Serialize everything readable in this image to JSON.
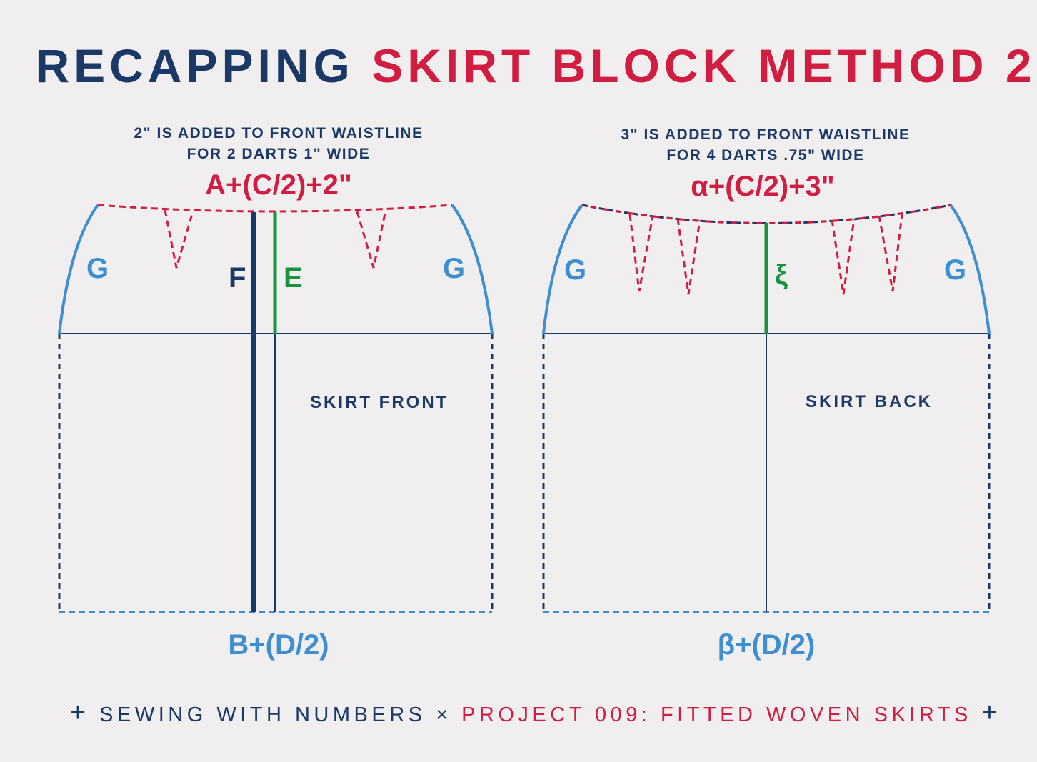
{
  "title": {
    "part1": "RECAPPING",
    "part2": "SKIRT BLOCK METHOD 2"
  },
  "front": {
    "note_line1": "2\" IS ADDED TO FRONT WAISTLINE",
    "note_line2": "FOR 2 DARTS 1\" WIDE",
    "waist_formula": "A+(C/2)+2\"",
    "hip_formula": "B+(D/2)",
    "label": "SKIRT FRONT",
    "left_seam_letter": "G",
    "right_seam_letter": "G",
    "center_line_letter": "F",
    "adjusted_line_letter": "E",
    "dart_count": 2
  },
  "back": {
    "note_line1": "3\" IS ADDED TO FRONT WAISTLINE",
    "note_line2": "FOR 4 DARTS .75\" WIDE",
    "waist_formula": "α+(C/2)+3\"",
    "hip_formula": "β+(D/2)",
    "label": "SKIRT BACK",
    "left_seam_letter": "G",
    "right_seam_letter": "G",
    "center_line_letter": "ξ",
    "dart_count": 4
  },
  "footer": {
    "left": "SEWING WITH NUMBERS",
    "separator": "×",
    "right": "PROJECT 009: FITTED WOVEN SKIRTS",
    "plus": "+"
  },
  "colors": {
    "navy": "#1b3966",
    "red": "#d21d42",
    "blue": "#3d8fd1",
    "green": "#17933e",
    "background": "#f0eeef"
  }
}
